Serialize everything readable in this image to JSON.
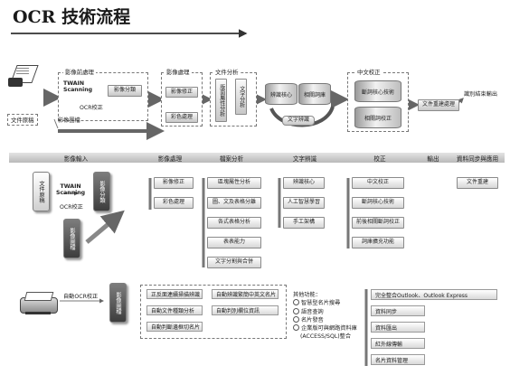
{
  "title": "OCR 技術流程",
  "top": {
    "sec_preprocess": "影像前處理",
    "sec_imageproc": "影像處理",
    "sec_docanalysis": "文件分析",
    "sec_chinese": "中文校正",
    "twain": "TWAIN\nScanning",
    "ocr_correct": "OCR校正",
    "image_classify": "影像分類",
    "image_fix": "影像修正",
    "color_proc": "彩色處理",
    "layout_analysis": "版面屬性分析",
    "text_analysis": "文字分析",
    "recog_core": "辨識核心",
    "similar_table": "相關詞庫",
    "text_recog": "文字辨識",
    "phrase_tech": "斷詞核心技術",
    "similar_correct": "相關詞校正",
    "doc_rebuild": "文件重建處理",
    "output_result": "識別結束輸出",
    "doc_source": "文件原稿",
    "image_file": "影像圖檔"
  },
  "bands": [
    "影像輸入",
    "影像處理",
    "檔案分析",
    "文字辨識",
    "校正",
    "輸出",
    "資料同步與應用"
  ],
  "input_section": {
    "doc_card": "文件原稿",
    "twain": "TWAIN\nScanning",
    "ocr_correct": "OCR校正",
    "image_classify_card": "影像分類",
    "image_file_card": "影像圖檔"
  },
  "image_proc_items": [
    "影像修正",
    "彩色處理"
  ],
  "file_analysis_items": [
    "區塊屬性分析",
    "圖、文及表格分離",
    "各式表格分析",
    "表表能力",
    "文字分割與合併"
  ],
  "text_recog_items": [
    "辨識核心",
    "人工智慧學習",
    "手工架構"
  ],
  "correction_items": [
    "中文校正",
    "斷詞核心技術",
    "前後相關斷詞校正",
    "詞庫擴充功能"
  ],
  "sync_item": "文件重建",
  "bottom": {
    "auto_ocr": "自動OCR校正",
    "image_file_card": "影像圖檔",
    "left_col": [
      "正反面連續掃描辨識",
      "自動文件種類分析",
      "自動判斷邊框切名片"
    ],
    "right_col": [
      "自動辨識繁簡中英文名片",
      "自動判別欄位資訊"
    ],
    "other_title": "其他功能：",
    "other_items": [
      "智慧型名片搜尋",
      "語音查詢",
      "名片發音",
      "企業版可與網路資料庫",
      "(ACCESS/SQL)整合"
    ],
    "output_items": [
      "完全整合Outlook、Outlook Express",
      "資料同步",
      "資料匯出",
      "紅外線傳輸",
      "名片資料管理"
    ]
  }
}
